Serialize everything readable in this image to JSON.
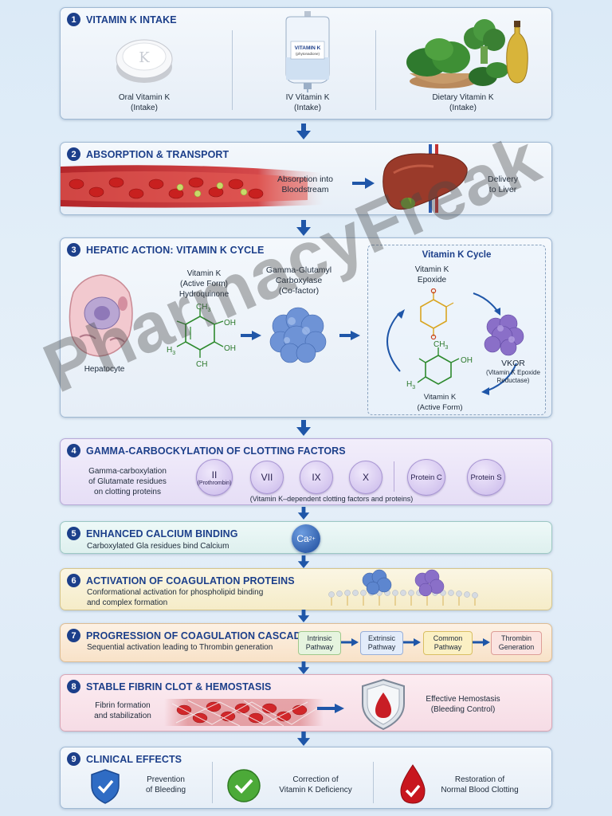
{
  "watermark": "PharmacyFreak",
  "s1": {
    "num": "1",
    "title": "VITAMIN K INTAKE",
    "pill_letter": "K",
    "iv_label": "VITAMIN K",
    "iv_sub": "(phytonadione)",
    "items": [
      {
        "l1": "Oral Vitamin K",
        "l2": "(Intake)"
      },
      {
        "l1": "IV Vitamin K",
        "l2": "(Intake)"
      },
      {
        "l1": "Dietary Vitamin K",
        "l2": "(Intake)"
      }
    ]
  },
  "s2": {
    "num": "2",
    "title": "ABSORPTION & TRANSPORT",
    "abs1": "Absorption into",
    "abs2": "Bloodstream",
    "del1": "Delivery",
    "del2": "to Liver"
  },
  "s3": {
    "num": "3",
    "title": "HEPATIC ACTION: VITAMIN K CYCLE",
    "hepatocyte": "Hepatocyte",
    "vk1": "Vitamin K",
    "vk2": "(Active Form)",
    "vk3": "Hydroquinone",
    "gg1": "Gamma-Glutamyl",
    "gg2": "Carboxylase",
    "gg3": "(Co-factor)",
    "cycle_title": "Vitamin K Cycle",
    "ep1": "Vitamin K",
    "ep2": "Epoxide",
    "vkor": "VKOR",
    "vkor2": "(Vitamin K Epoxide",
    "vkor3": "Reductase)",
    "af1": "Vitamin K",
    "af2": "(Active Form)",
    "ch3": "CH",
    "sub3": "3",
    "oh": "OH",
    "ch": "CH",
    "h3": "H",
    "h3s": "3"
  },
  "s4": {
    "num": "4",
    "title": "GAMMA-CARBOCKYLATION OF CLOTTING FACTORS",
    "d1": "Gamma-carboxylation",
    "d2": "of Glutamate residues",
    "d3": "on clotting proteins",
    "factors": [
      {
        "label": "II",
        "sub": "(Prothrombin)"
      },
      {
        "label": "VII",
        "sub": ""
      },
      {
        "label": "IX",
        "sub": ""
      },
      {
        "label": "X",
        "sub": ""
      }
    ],
    "proteins": [
      "Protein C",
      "Protein S"
    ],
    "note": "(Vitamin K–dependent clotting factors and proteins)"
  },
  "s5": {
    "num": "5",
    "title": "ENHANCED CALCIUM BINDING",
    "desc": "Carboxylated Gla residues bind Calcium",
    "ion": "Ca",
    "charge": "2+"
  },
  "s6": {
    "num": "6",
    "title": "ACTIVATION OF COAGULATION PROTEINS",
    "d1": "Conformational activation for phospholipid binding",
    "d2": "and complex formation"
  },
  "s7": {
    "num": "7",
    "title": "PROGRESSION OF COAGULATION CASCADE",
    "desc": "Sequential activation leading to Thrombin generation",
    "boxes": [
      {
        "l1": "Intrinsic",
        "l2": "Pathway"
      },
      {
        "l1": "Extrinsic",
        "l2": "Pathway"
      },
      {
        "l1": "Common",
        "l2": "Pathway"
      },
      {
        "l1": "Thrombin",
        "l2": "Generation"
      }
    ]
  },
  "s8": {
    "num": "8",
    "title": "STABLE FIBRIN CLOT & HEMOSTASIS",
    "d1": "Fibrin formation",
    "d2": "and stabilization",
    "e1": "Effective Hemostasis",
    "e2": "(Bleeding Control)"
  },
  "s9": {
    "num": "9",
    "title": "CLINICAL EFFECTS",
    "items": [
      {
        "l1": "Prevention",
        "l2": "of Bleeding"
      },
      {
        "l1": "Correction of",
        "l2": "Vitamin K Deficiency"
      },
      {
        "l1": "Restoration of",
        "l2": "Normal Blood Clotting"
      }
    ]
  },
  "colors": {
    "navy": "#1c3f8a",
    "arrow": "#1f56a8"
  }
}
